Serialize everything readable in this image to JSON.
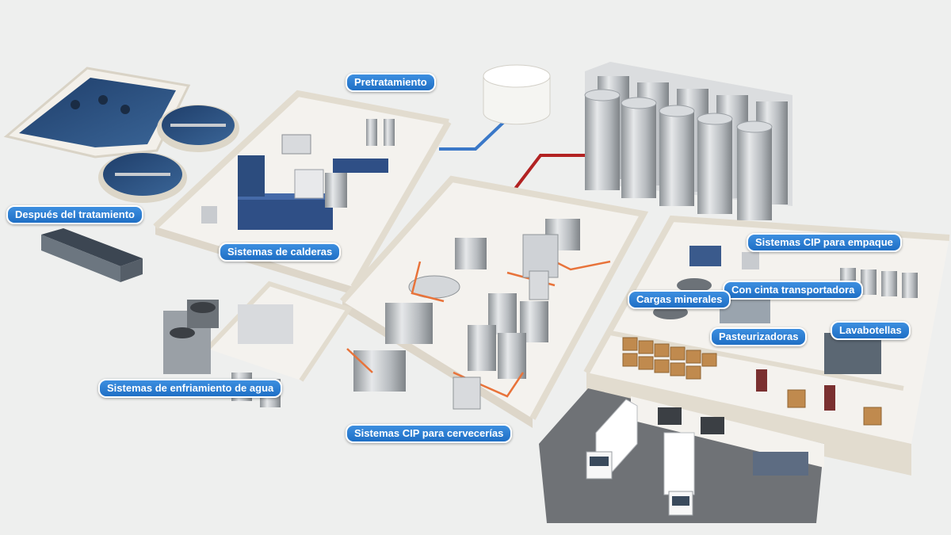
{
  "colors": {
    "label_background": "#1f6fc5",
    "label_text": "#ffffff",
    "pipe_blue": "#3a78c8",
    "pipe_red": "#b22222",
    "pipe_orange": "#e8733a",
    "floor": "#f4f2ee",
    "wall": "#e9e3d8",
    "water": "#2b4c78",
    "steel": "#b8bcc0",
    "ground": "#eeefee"
  },
  "labels": {
    "pretratamiento": "Pretratamiento",
    "despues_del_tratamiento": "Después del tratamiento",
    "sistemas_de_calderas": "Sistemas de calderas",
    "sistemas_cip_empaque": "Sistemas CIP para empaque",
    "con_cinta_transportadora": "Con cinta transportadora",
    "cargas_minerales": "Cargas minerales",
    "pasteurizadoras": "Pasteurizadoras",
    "lavabotellas": "Lavabotellas",
    "sistemas_enfriamiento_agua": "Sistemas de enfriamiento de agua",
    "sistemas_cip_cervecerias": "Sistemas CIP para cervecerías"
  }
}
